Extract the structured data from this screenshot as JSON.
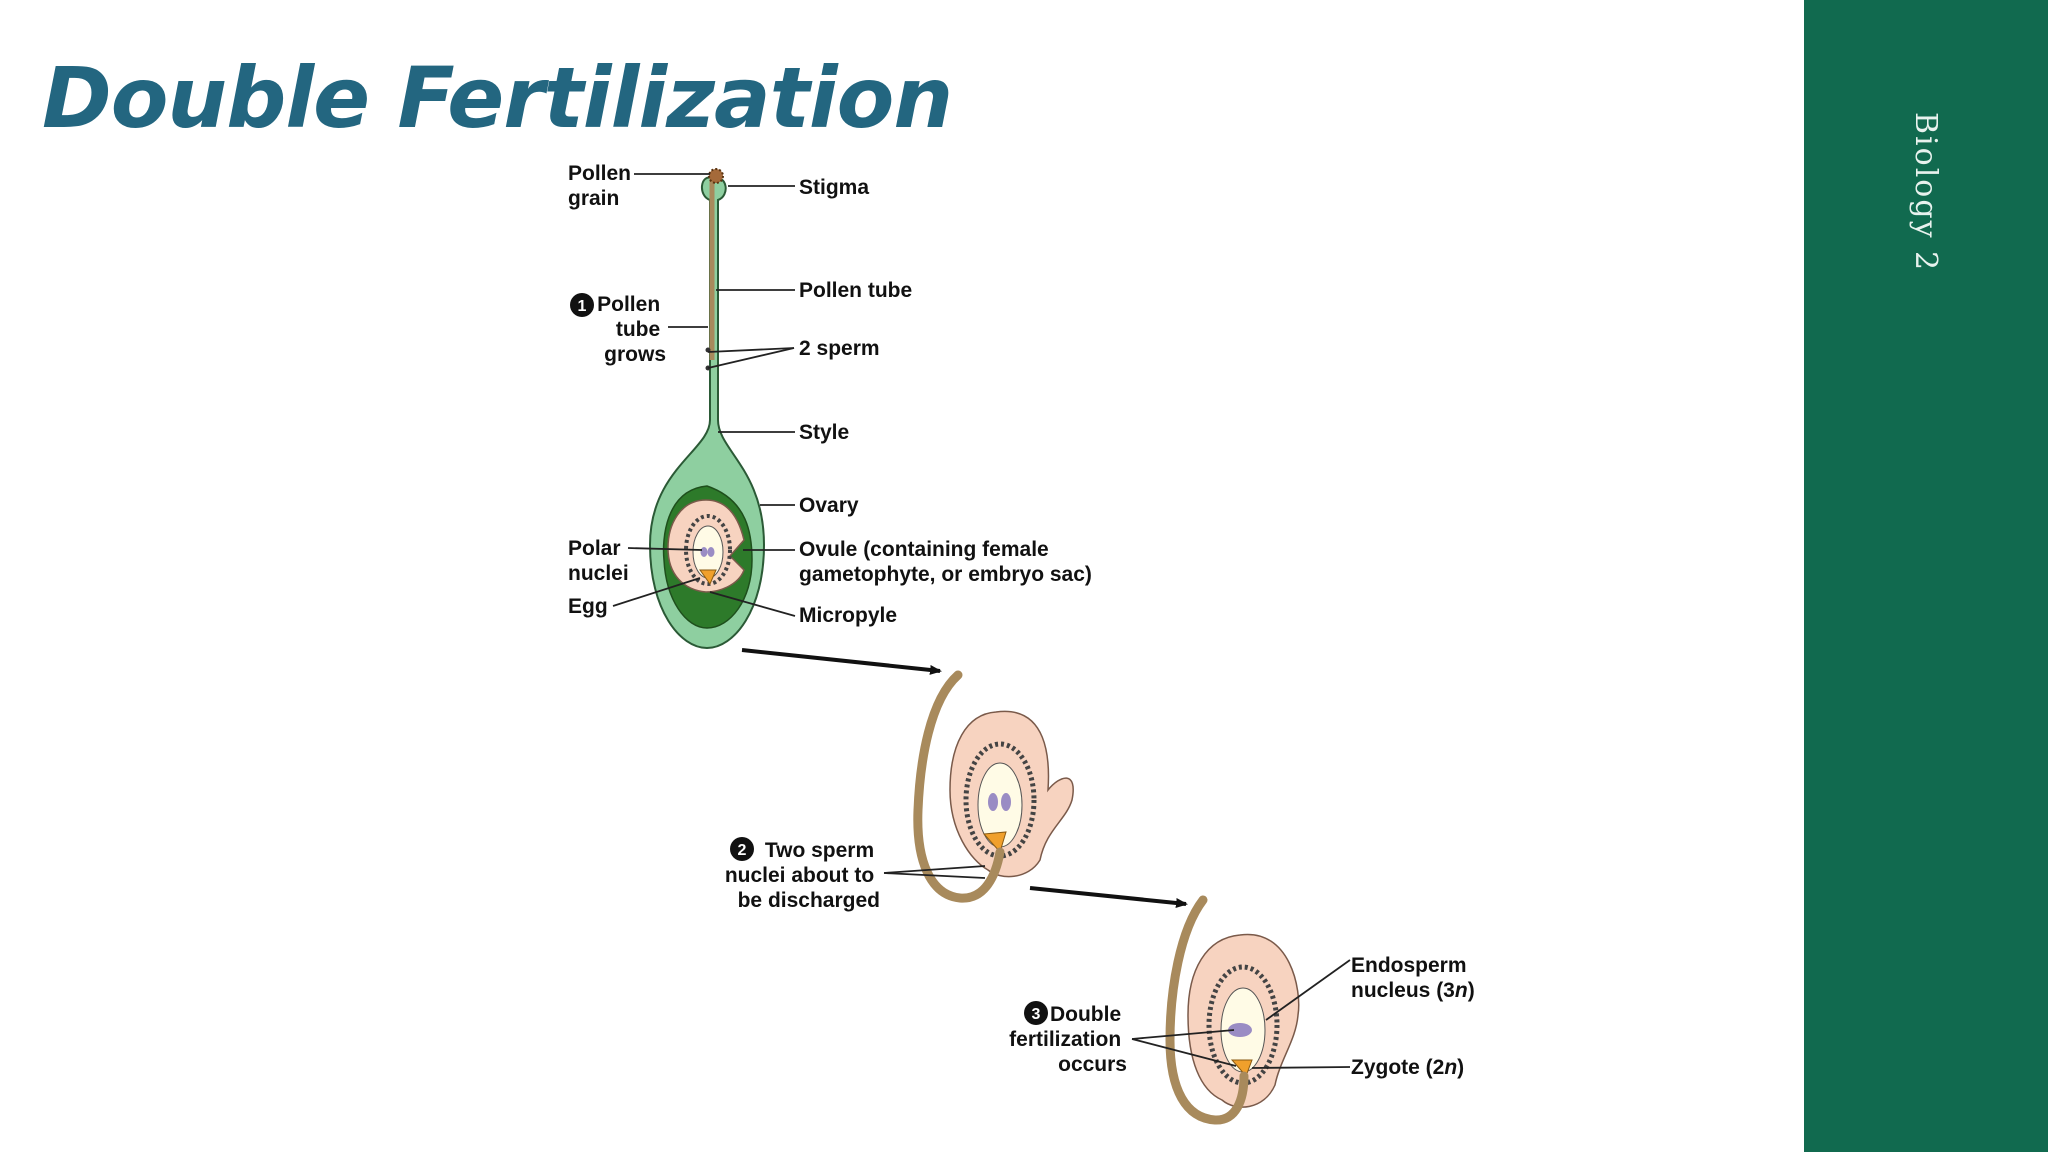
{
  "slide": {
    "title": "Double Fertilization",
    "course_label": "Biology 2"
  },
  "colors": {
    "title": "#236680",
    "sidebar": "#116a4f",
    "carpel_outer": "#8ecfa0",
    "ovary_inner": "#2d7a2a",
    "ovule": "#f7d3c0",
    "pollen_tube": "#a88a5c",
    "egg": "#f0a02c",
    "polar_nuclei": "#9a8cc4"
  },
  "diagram": {
    "labels": {
      "pollen_grain": [
        "Pollen",
        "grain"
      ],
      "stigma": "Stigma",
      "pollen_tube": "Pollen tube",
      "two_sperm": "2 sperm",
      "style": "Style",
      "ovary": "Ovary",
      "ovule": [
        "Ovule (containing female",
        "gametophyte, or embryo sac)"
      ],
      "polar_nuclei": [
        "Polar",
        "nuclei"
      ],
      "egg": "Egg",
      "micropyle": "Micropyle",
      "endosperm_nucleus": [
        "Endosperm",
        "nucleus (3",
        "n",
        ")"
      ],
      "zygote": [
        "Zygote (2",
        "n",
        ")"
      ]
    },
    "steps": [
      {
        "number": "1",
        "lines": [
          "Pollen",
          "tube",
          "grows"
        ]
      },
      {
        "number": "2",
        "lines": [
          "Two sperm",
          "nuclei about to",
          "be discharged"
        ]
      },
      {
        "number": "3",
        "lines": [
          "Double",
          "fertilization",
          "occurs"
        ]
      }
    ]
  }
}
